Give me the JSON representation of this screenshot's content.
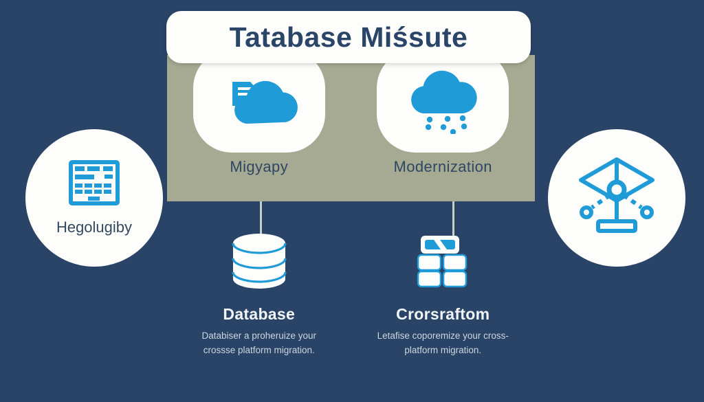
{
  "colors": {
    "background": "#294466",
    "panel": "#a6aa93",
    "card": "#fdfdfb",
    "accent_blue": "#1f9bd7",
    "title_text": "#2b4568",
    "body_text": "#ccd6e0"
  },
  "header": {
    "title": "Tatabase Miśsute"
  },
  "panel": {
    "items": [
      {
        "label": "Migyapy",
        "icon": "cloud-upload-icon"
      },
      {
        "label": "Modernization",
        "icon": "cloud-rain-icon"
      }
    ]
  },
  "side": {
    "left": {
      "label": "Hegolugiby",
      "icon": "table-layout-icon"
    },
    "right": {
      "label": "",
      "icon": "network-architecture-icon"
    }
  },
  "bottom": {
    "items": [
      {
        "title": "Database",
        "description": "Databiser a proheruize your crossse platform migration.",
        "icon": "database-cylinder-icon"
      },
      {
        "title": "Crorsraftom",
        "description": "Letafise coporemize your cross-platform migration.",
        "icon": "server-stack-icon"
      }
    ]
  }
}
